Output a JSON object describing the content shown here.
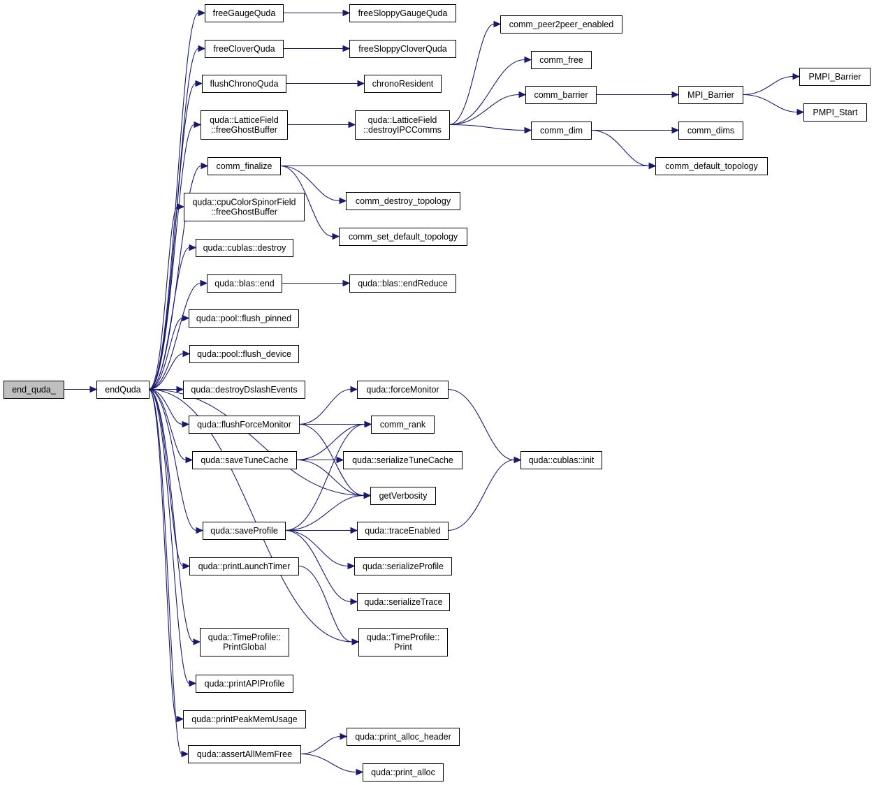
{
  "graph": {
    "colors": {
      "edge": "#191970",
      "root_fill": "#bfbfbf",
      "node_fill": "#ffffff",
      "node_border": "#000000"
    },
    "nodes": [
      {
        "id": "end_quda_",
        "lines": [
          "end_quda_"
        ],
        "root": true
      },
      {
        "id": "endQuda",
        "lines": [
          "endQuda"
        ]
      },
      {
        "id": "freeGaugeQuda",
        "lines": [
          "freeGaugeQuda"
        ]
      },
      {
        "id": "freeSloppyGaugeQuda",
        "lines": [
          "freeSloppyGaugeQuda"
        ]
      },
      {
        "id": "freeCloverQuda",
        "lines": [
          "freeCloverQuda"
        ]
      },
      {
        "id": "freeSloppyCloverQuda",
        "lines": [
          "freeSloppyCloverQuda"
        ]
      },
      {
        "id": "flushChronoQuda",
        "lines": [
          "flushChronoQuda"
        ]
      },
      {
        "id": "chronoResident",
        "lines": [
          "chronoResident"
        ]
      },
      {
        "id": "lf_freeGhostBuffer",
        "lines": [
          "quda::LatticeField",
          "::freeGhostBuffer"
        ]
      },
      {
        "id": "lf_destroyIPCComms",
        "lines": [
          "quda::LatticeField",
          "::destroyIPCComms"
        ]
      },
      {
        "id": "comm_peer2peer_enabled",
        "lines": [
          "comm_peer2peer_enabled"
        ]
      },
      {
        "id": "comm_free",
        "lines": [
          "comm_free"
        ]
      },
      {
        "id": "comm_barrier",
        "lines": [
          "comm_barrier"
        ]
      },
      {
        "id": "MPI_Barrier",
        "lines": [
          "MPI_Barrier"
        ]
      },
      {
        "id": "PMPI_Barrier",
        "lines": [
          "PMPI_Barrier"
        ]
      },
      {
        "id": "PMPI_Start",
        "lines": [
          "PMPI_Start"
        ]
      },
      {
        "id": "comm_dim",
        "lines": [
          "comm_dim"
        ]
      },
      {
        "id": "comm_dims",
        "lines": [
          "comm_dims"
        ]
      },
      {
        "id": "comm_default_topology",
        "lines": [
          "comm_default_topology"
        ]
      },
      {
        "id": "comm_finalize",
        "lines": [
          "comm_finalize"
        ]
      },
      {
        "id": "comm_destroy_topology",
        "lines": [
          "comm_destroy_topology"
        ]
      },
      {
        "id": "comm_set_default_topology",
        "lines": [
          "comm_set_default_topology"
        ]
      },
      {
        "id": "cpuCSF_freeGhostBuffer",
        "lines": [
          "quda::cpuColorSpinorField",
          "::freeGhostBuffer"
        ]
      },
      {
        "id": "cublas_destroy",
        "lines": [
          "quda::cublas::destroy"
        ]
      },
      {
        "id": "blas_end",
        "lines": [
          "quda::blas::end"
        ]
      },
      {
        "id": "blas_endReduce",
        "lines": [
          "quda::blas::endReduce"
        ]
      },
      {
        "id": "pool_flush_pinned",
        "lines": [
          "quda::pool::flush_pinned"
        ]
      },
      {
        "id": "pool_flush_device",
        "lines": [
          "quda::pool::flush_device"
        ]
      },
      {
        "id": "destroyDslashEvents",
        "lines": [
          "quda::destroyDslashEvents"
        ]
      },
      {
        "id": "forceMonitor",
        "lines": [
          "quda::forceMonitor"
        ]
      },
      {
        "id": "flushForceMonitor",
        "lines": [
          "quda::flushForceMonitor"
        ]
      },
      {
        "id": "comm_rank",
        "lines": [
          "comm_rank"
        ]
      },
      {
        "id": "saveTuneCache",
        "lines": [
          "quda::saveTuneCache"
        ]
      },
      {
        "id": "serializeTuneCache",
        "lines": [
          "quda::serializeTuneCache"
        ]
      },
      {
        "id": "cublas_init",
        "lines": [
          "quda::cublas::init"
        ]
      },
      {
        "id": "getVerbosity",
        "lines": [
          "getVerbosity"
        ]
      },
      {
        "id": "saveProfile",
        "lines": [
          "quda::saveProfile"
        ]
      },
      {
        "id": "traceEnabled",
        "lines": [
          "quda::traceEnabled"
        ]
      },
      {
        "id": "printLaunchTimer",
        "lines": [
          "quda::printLaunchTimer"
        ]
      },
      {
        "id": "serializeProfile",
        "lines": [
          "quda::serializeProfile"
        ]
      },
      {
        "id": "serializeTrace",
        "lines": [
          "quda::serializeTrace"
        ]
      },
      {
        "id": "tp_PrintGlobal",
        "lines": [
          "quda::TimeProfile::",
          "PrintGlobal"
        ]
      },
      {
        "id": "tp_Print",
        "lines": [
          "quda::TimeProfile::",
          "Print"
        ]
      },
      {
        "id": "printAPIProfile",
        "lines": [
          "quda::printAPIProfile"
        ]
      },
      {
        "id": "printPeakMemUsage",
        "lines": [
          "quda::printPeakMemUsage"
        ]
      },
      {
        "id": "assertAllMemFree",
        "lines": [
          "quda::assertAllMemFree"
        ]
      },
      {
        "id": "print_alloc_header",
        "lines": [
          "quda::print_alloc_header"
        ]
      },
      {
        "id": "print_alloc",
        "lines": [
          "quda::print_alloc"
        ]
      }
    ],
    "edges": [
      [
        "end_quda_",
        "endQuda"
      ],
      [
        "endQuda",
        "freeGaugeQuda"
      ],
      [
        "endQuda",
        "freeCloverQuda"
      ],
      [
        "endQuda",
        "flushChronoQuda"
      ],
      [
        "endQuda",
        "lf_freeGhostBuffer"
      ],
      [
        "endQuda",
        "comm_finalize"
      ],
      [
        "endQuda",
        "cpuCSF_freeGhostBuffer"
      ],
      [
        "endQuda",
        "cublas_destroy"
      ],
      [
        "endQuda",
        "blas_end"
      ],
      [
        "endQuda",
        "pool_flush_pinned"
      ],
      [
        "endQuda",
        "pool_flush_device"
      ],
      [
        "endQuda",
        "destroyDslashEvents"
      ],
      [
        "endQuda",
        "flushForceMonitor"
      ],
      [
        "endQuda",
        "saveTuneCache"
      ],
      [
        "endQuda",
        "getVerbosity"
      ],
      [
        "endQuda",
        "saveProfile"
      ],
      [
        "endQuda",
        "printLaunchTimer"
      ],
      [
        "endQuda",
        "tp_Print"
      ],
      [
        "endQuda",
        "tp_PrintGlobal"
      ],
      [
        "endQuda",
        "printAPIProfile"
      ],
      [
        "endQuda",
        "printPeakMemUsage"
      ],
      [
        "endQuda",
        "assertAllMemFree"
      ],
      [
        "freeGaugeQuda",
        "freeSloppyGaugeQuda"
      ],
      [
        "freeCloverQuda",
        "freeSloppyCloverQuda"
      ],
      [
        "flushChronoQuda",
        "chronoResident"
      ],
      [
        "lf_freeGhostBuffer",
        "lf_destroyIPCComms"
      ],
      [
        "lf_destroyIPCComms",
        "comm_peer2peer_enabled"
      ],
      [
        "lf_destroyIPCComms",
        "comm_free"
      ],
      [
        "lf_destroyIPCComms",
        "comm_barrier"
      ],
      [
        "lf_destroyIPCComms",
        "comm_dim"
      ],
      [
        "comm_barrier",
        "MPI_Barrier"
      ],
      [
        "MPI_Barrier",
        "PMPI_Barrier"
      ],
      [
        "MPI_Barrier",
        "PMPI_Start"
      ],
      [
        "comm_dim",
        "comm_dims"
      ],
      [
        "comm_dim",
        "comm_default_topology"
      ],
      [
        "comm_finalize",
        "comm_default_topology"
      ],
      [
        "comm_finalize",
        "comm_destroy_topology"
      ],
      [
        "comm_finalize",
        "comm_set_default_topology"
      ],
      [
        "blas_end",
        "blas_endReduce"
      ],
      [
        "flushForceMonitor",
        "forceMonitor"
      ],
      [
        "flushForceMonitor",
        "comm_rank"
      ],
      [
        "flushForceMonitor",
        "getVerbosity"
      ],
      [
        "forceMonitor",
        "cublas_init"
      ],
      [
        "saveTuneCache",
        "comm_rank"
      ],
      [
        "saveTuneCache",
        "serializeTuneCache"
      ],
      [
        "saveTuneCache",
        "getVerbosity"
      ],
      [
        "saveProfile",
        "comm_rank"
      ],
      [
        "saveProfile",
        "getVerbosity"
      ],
      [
        "saveProfile",
        "traceEnabled"
      ],
      [
        "saveProfile",
        "serializeProfile"
      ],
      [
        "saveProfile",
        "serializeTrace"
      ],
      [
        "traceEnabled",
        "cublas_init"
      ],
      [
        "printLaunchTimer",
        "tp_Print"
      ],
      [
        "assertAllMemFree",
        "print_alloc_header"
      ],
      [
        "assertAllMemFree",
        "print_alloc"
      ]
    ]
  }
}
